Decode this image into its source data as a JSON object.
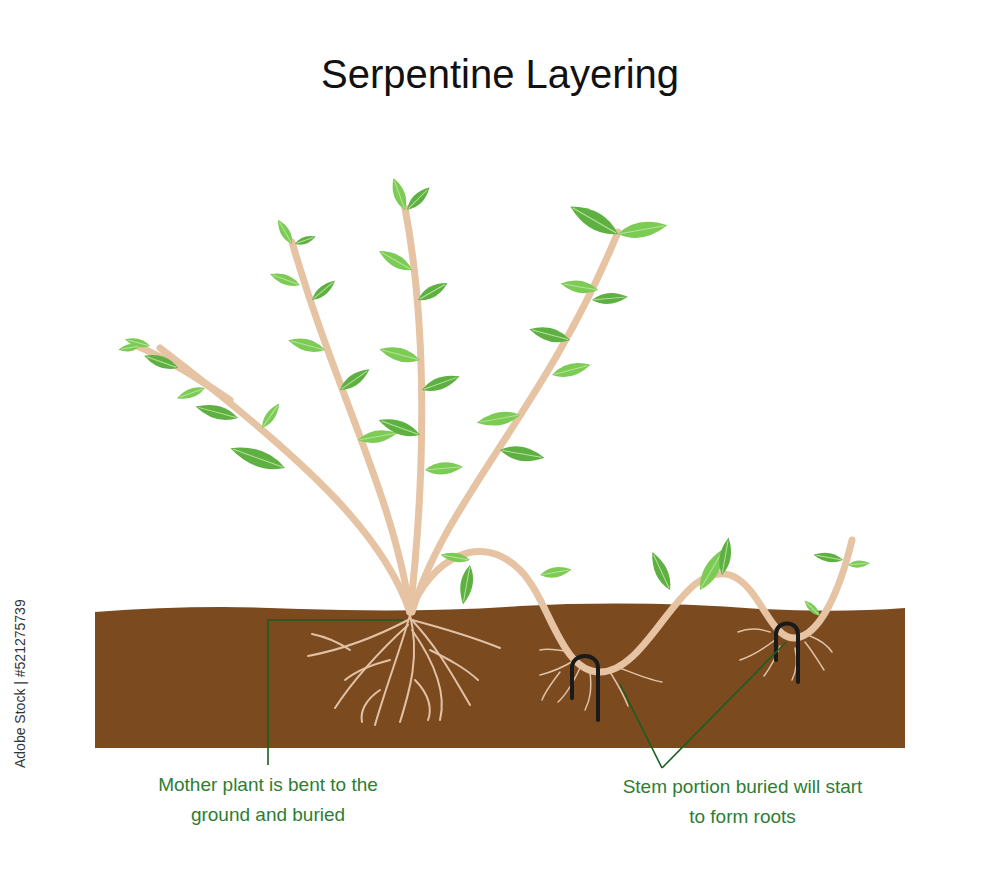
{
  "diagram": {
    "title": "Serpentine Layering",
    "labels": [
      "Mother plant is bent to the ground and buried",
      "Stem portion buried will start to form roots",
      "Adobe Stock | #521275739"
    ]
  }
}
